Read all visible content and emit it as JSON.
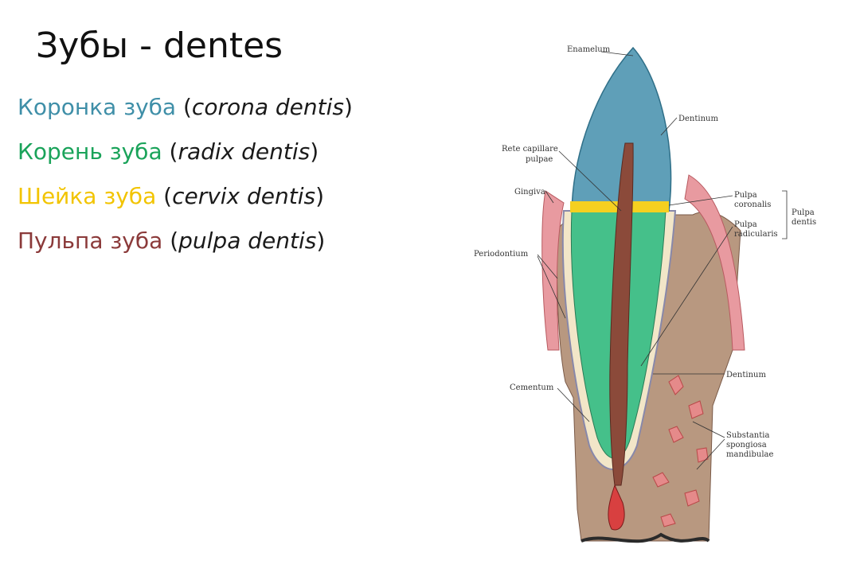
{
  "title": "Зубы - dentes",
  "terms": [
    {
      "ru": "Коронка зуба",
      "lat": "corona dentis",
      "color": "#3f8fa8"
    },
    {
      "ru": "Корень зуба",
      "lat": "radix dentis",
      "color": "#1aa35a"
    },
    {
      "ru": "Шейка зуба",
      "lat": "cervix dentis",
      "color": "#f2c400"
    },
    {
      "ru": "Пульпа зуба",
      "lat": "pulpa dentis",
      "color": "#8b3a3a"
    }
  ],
  "diagram": {
    "labels": {
      "enamelum": "Enamelum",
      "dentinum_top": "Dentinum",
      "rete_1": "Rete capillare",
      "rete_2": "pulpae",
      "gingiva": "Gingiva",
      "pulpa_coronalis_1": "Pulpa",
      "pulpa_coronalis_2": "coronalis",
      "pulpa_dentis_1": "Pulpa",
      "pulpa_dentis_2": "dentis",
      "pulpa_radicularis_1": "Pulpa",
      "pulpa_radicularis_2": "radicularis",
      "periodontium": "Periodontium",
      "dentinum_bottom": "Dentinum",
      "cementum": "Cementum",
      "substantia_1": "Substantia",
      "substantia_2": "spongiosa",
      "substantia_3": "mandibulae"
    },
    "colors": {
      "crown": "#5f9fb8",
      "root": "#45c08a",
      "neck": "#f5d020",
      "pulp": "#8b4a3a",
      "gum": "#e89aa0",
      "bone": "#b89880",
      "vessel": "#d84040"
    }
  }
}
